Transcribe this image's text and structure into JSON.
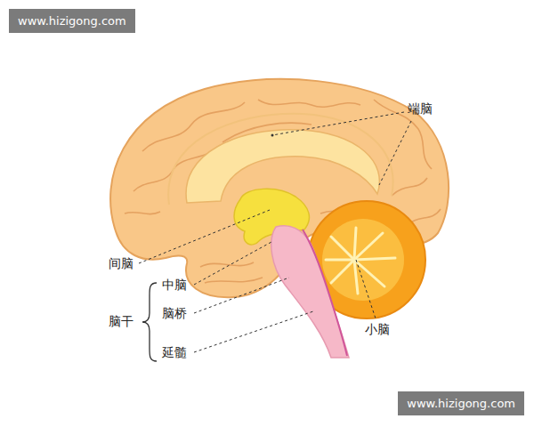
{
  "diagram": {
    "nodes": [
      {
        "text": [
          "www.hizigong.com"
        ]
      },
      {
        "text": [
          "www.hizigong.com"
        ]
      }
    ],
    "labels": [
      "端脑",
      "间脑",
      "中脑",
      "脑干",
      "脑桥",
      "延髓",
      "小脑"
    ]
  }
}
